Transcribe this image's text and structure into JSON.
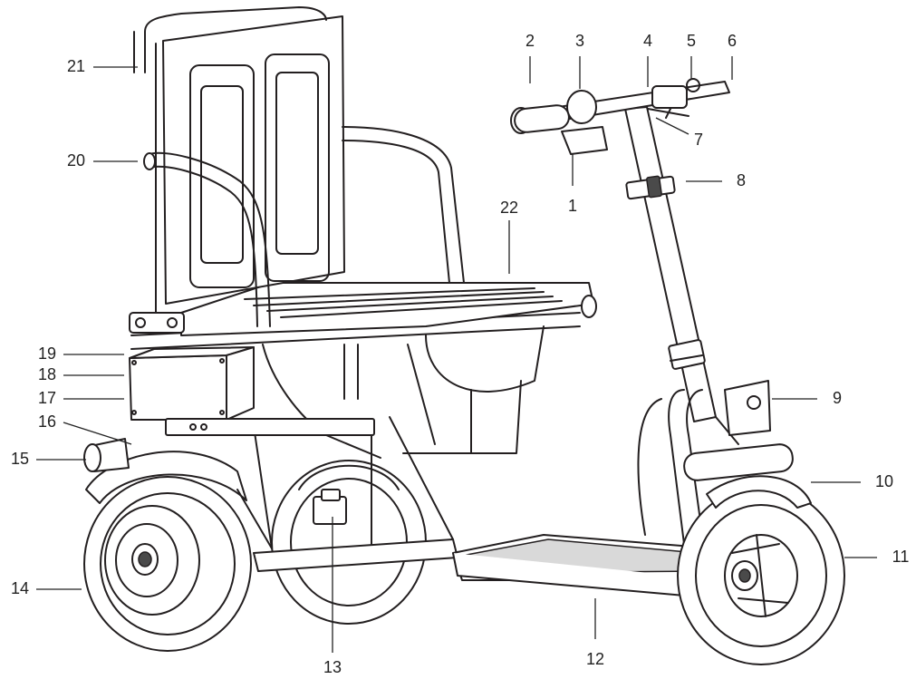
{
  "callouts": [
    {
      "id": "1",
      "label": "1"
    },
    {
      "id": "2",
      "label": "2"
    },
    {
      "id": "3",
      "label": "3"
    },
    {
      "id": "4",
      "label": "4"
    },
    {
      "id": "5",
      "label": "5"
    },
    {
      "id": "6",
      "label": "6"
    },
    {
      "id": "7",
      "label": "7"
    },
    {
      "id": "8",
      "label": "8"
    },
    {
      "id": "9",
      "label": "9"
    },
    {
      "id": "10",
      "label": "10"
    },
    {
      "id": "11",
      "label": "11"
    },
    {
      "id": "12",
      "label": "12"
    },
    {
      "id": "13",
      "label": "13"
    },
    {
      "id": "14",
      "label": "14"
    },
    {
      "id": "15",
      "label": "15"
    },
    {
      "id": "16",
      "label": "16"
    },
    {
      "id": "17",
      "label": "17"
    },
    {
      "id": "18",
      "label": "18"
    },
    {
      "id": "19",
      "label": "19"
    },
    {
      "id": "20",
      "label": "20"
    },
    {
      "id": "21",
      "label": "21"
    },
    {
      "id": "22",
      "label": "22"
    }
  ],
  "colors": {
    "line": "#231f20",
    "background": "#ffffff",
    "dark_part": "#4a4a4a"
  }
}
